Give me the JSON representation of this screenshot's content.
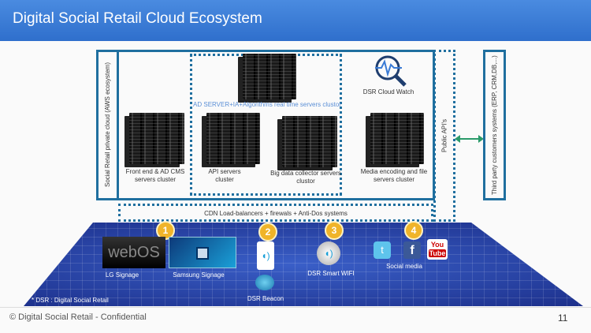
{
  "title": "Digital Social Retail Cloud Ecosystem",
  "private_cloud_label": "Social Retail private cloud   (AWS ecosystem)",
  "ad_server_label": "AD SERVER+IA+Algorithms   real time servers  clustor",
  "clusters": {
    "front_end": "Front end & AD CMS servers  cluster",
    "api": "API servers cluster",
    "big_data": "Big data collector servers  clustor",
    "media": "Media encoding  and file servers  cluster"
  },
  "cloud_watch": "DSR Cloud Watch",
  "public_apis": "Public API's",
  "third_party": "Third party customers systems (ERP, CRM,DB,...)",
  "cdn": "CDN Load-balancers   + firewals  + Anti-Dos  systems",
  "badges": [
    "1",
    "2",
    "3",
    "4"
  ],
  "devices": {
    "lg": "LG Signage",
    "lg_logo": "webOS",
    "samsung": "Samsung Signage",
    "beacon": "DSR Beacon",
    "wifi": "DSR Smart WIFI",
    "social": "Social media"
  },
  "footnote": "* DSR : Digital Social Retail",
  "footer": "© Digital Social Retail - Confidential",
  "page_number": "11"
}
